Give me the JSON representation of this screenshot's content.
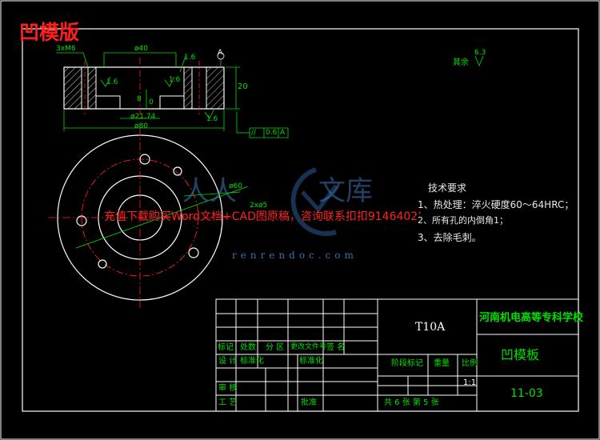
{
  "title_stamp": "凹模版",
  "drawing": {
    "dim_thread": "3xM6",
    "dim_d40": "ø40",
    "dim_d21": "ø21.74",
    "dim_d80": "ø80",
    "dim_20": "20",
    "dim_8": "8",
    "dim_0": "0",
    "rough_16": "1.6",
    "rough_63": "6.3",
    "rough_other": "其余",
    "tol_sym": "//",
    "tol_val": "0.6",
    "tol_ref": "A",
    "datum": "A",
    "dim_d60": "ø60",
    "dim_2x5": "2xø5"
  },
  "requirements": {
    "heading": "技术要求",
    "items": [
      "1、热处理：淬火硬度60～64HRC；",
      "2、所有孔的内倒角1；",
      "3、去除毛刺。"
    ]
  },
  "overlay_ad": "充值下载购买Word文档+CAD图原稿，咨询联系扣扣9146402’",
  "watermark": {
    "cn1": "人人",
    "cn2": "文库",
    "url": "renrendoc.com"
  },
  "title_block": {
    "material": "T10A",
    "school": "河南机电高等专科学校",
    "part_name": "凹模板",
    "drawing_no": "11-03",
    "row_labels": [
      "标记",
      "处数",
      "分 区",
      "更改文件号",
      "签 名"
    ],
    "design": "设 计",
    "std": "标准化",
    "std2": "标准化",
    "stage_mark": "阶段标记",
    "weight": "重量",
    "scale": "比例",
    "scale_val": "1:1",
    "review": "审 核",
    "process": "工 艺",
    "approve": "批准",
    "sheets": "共 6 张  第 5 张"
  },
  "colors": {
    "line": "#ffffff",
    "dim": "#00e000",
    "center": "#ff2020",
    "ad": "#ff2020"
  }
}
